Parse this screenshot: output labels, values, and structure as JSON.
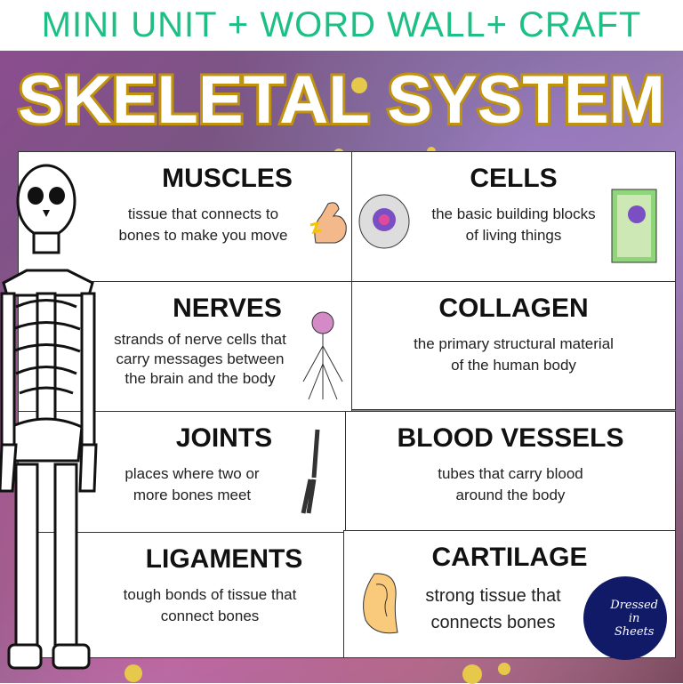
{
  "banner": "MINI UNIT + WORD WALL+ CRAFT",
  "title": "SKELETAL SYSTEM",
  "cards": [
    {
      "term": "MUSCLES",
      "definition": "tissue that connects to bones to make you move",
      "icon": "flexed-bicep-icon"
    },
    {
      "term": "CELLS",
      "definition": "the basic building blocks of living things",
      "icon": "cell-icon"
    },
    {
      "term": "NERVES",
      "definition": "strands of nerve cells that carry messages between the brain and the body",
      "icon": "brain-nerves-icon"
    },
    {
      "term": "COLLAGEN",
      "definition": "the primary structural material of the human body"
    },
    {
      "term": "JOINTS",
      "definition": "places where two or more bones meet",
      "icon": "arm-bones-icon"
    },
    {
      "term": "BLOOD VESSELS",
      "definition": "tubes that carry blood around the body"
    },
    {
      "term": "LIGAMENTS",
      "definition": "tough bonds of tissue that connect bones"
    },
    {
      "term": "CARTILAGE",
      "definition": "strong tissue that connects bones",
      "icon": "ear-icon"
    }
  ],
  "logo": {
    "line1": "Dressed",
    "line2": "in",
    "line3": "Sheets"
  },
  "colors": {
    "banner": "#1dbf85",
    "title_outline": "#c1930d"
  }
}
